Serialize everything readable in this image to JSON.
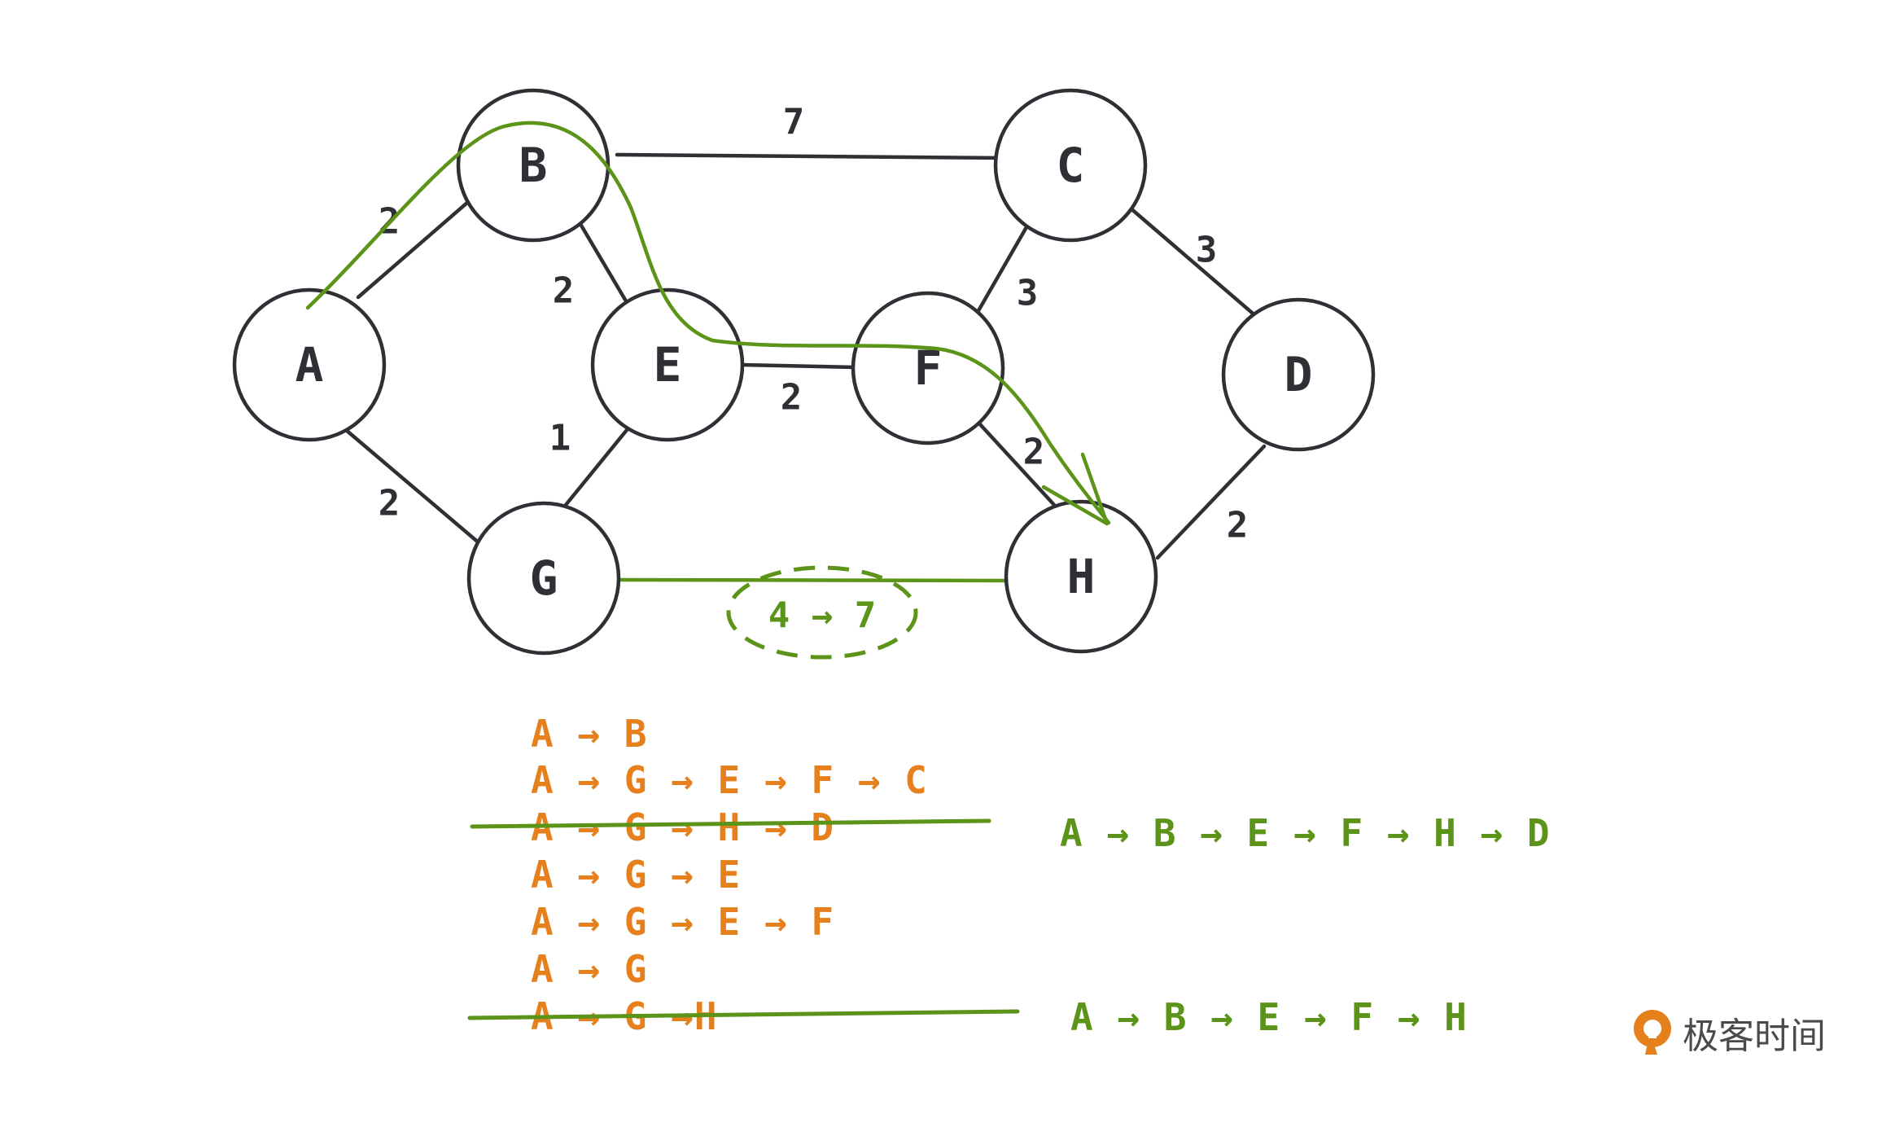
{
  "nodes": [
    {
      "id": "A",
      "label": "A"
    },
    {
      "id": "B",
      "label": "B"
    },
    {
      "id": "C",
      "label": "C"
    },
    {
      "id": "D",
      "label": "D"
    },
    {
      "id": "E",
      "label": "E"
    },
    {
      "id": "F",
      "label": "F"
    },
    {
      "id": "G",
      "label": "G"
    },
    {
      "id": "H",
      "label": "H"
    }
  ],
  "edges": [
    {
      "from": "A",
      "to": "B",
      "weight": "2"
    },
    {
      "from": "B",
      "to": "C",
      "weight": "7"
    },
    {
      "from": "B",
      "to": "E",
      "weight": "2"
    },
    {
      "from": "C",
      "to": "F",
      "weight": "3"
    },
    {
      "from": "C",
      "to": "D",
      "weight": "3"
    },
    {
      "from": "E",
      "to": "F",
      "weight": "2"
    },
    {
      "from": "E",
      "to": "G",
      "weight": "1"
    },
    {
      "from": "A",
      "to": "G",
      "weight": "2"
    },
    {
      "from": "F",
      "to": "H",
      "weight": "2"
    },
    {
      "from": "D",
      "to": "H",
      "weight": "2"
    },
    {
      "from": "G",
      "to": "H",
      "weight": ""
    }
  ],
  "update_annotation": "4 → 7",
  "explored_paths": [
    {
      "text": "A → B",
      "struck": false
    },
    {
      "text": "A → G → E → F → C",
      "struck": false
    },
    {
      "text": "A → G → H → D",
      "struck": true
    },
    {
      "text": "A → G → E",
      "struck": false
    },
    {
      "text": "A → G → E → F",
      "struck": false
    },
    {
      "text": "A → G",
      "struck": false
    },
    {
      "text": "A → G →H",
      "struck": true
    }
  ],
  "replacement_paths": [
    "A → B → E → F → H → D",
    "A → B → E → F → H"
  ],
  "logo": {
    "text": "极客时间",
    "icon": "geektime-logo-icon"
  },
  "colors": {
    "ink": "#2e3035",
    "green": "#5b9418",
    "orange": "#e5801d"
  }
}
